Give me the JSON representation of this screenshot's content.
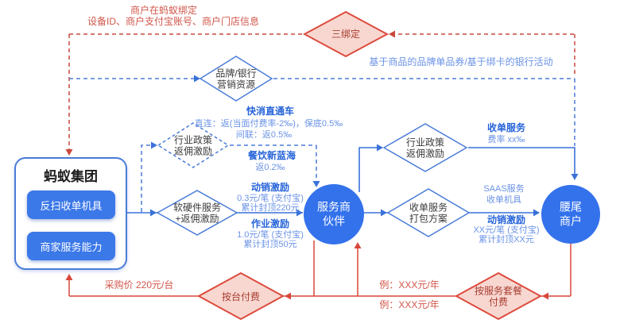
{
  "colors": {
    "blue_line": "#3a72d9",
    "blue_dashed": "#4a7cd8",
    "red_line": "#d9473a",
    "red_dashed": "#c8483c",
    "red_diamond_fill": "#f7d7d0",
    "red_diamond_border": "#dd4b3d",
    "node_blue": "#3472ec",
    "button_blue": "#3b78e8"
  },
  "ant_box": {
    "title": "蚂蚁集团",
    "buttons": {
      "scan_device": "反扫收单机具",
      "merchant_service": "商家服务能力"
    }
  },
  "circles": {
    "provider": {
      "line1": "服务商",
      "line2": "伙伴"
    },
    "merchant": {
      "line1": "腰尾",
      "line2": "商户"
    }
  },
  "diamonds": {
    "tri_binding": "三绑定",
    "brand_bank": {
      "line1": "品牌/银行",
      "line2": "营销资源"
    },
    "industry_left": {
      "line1": "行业政策",
      "line2": "返佣激励"
    },
    "soft_hardware": {
      "line1": "软硬件服务",
      "line2": "+返佣激励"
    },
    "industry_right": {
      "line1": "行业政策",
      "line2": "返佣激励"
    },
    "acquiring_package": {
      "line1": "收单服务",
      "line2": "打包方案"
    },
    "per_device": "按台付费",
    "per_package": {
      "line1": "按服务套餐",
      "line2": "付费"
    }
  },
  "labels": {
    "top_note_1": "商户在蚂蚁绑定",
    "top_note_2": "设备ID、商户支付宝账号、商户门店信息",
    "brand_note": "基于商品的品牌单品券/基于绑卡的银行活动",
    "fmcg_title": "快消直通车",
    "fmcg_line1": "直连：返(当面付费率-2‰)，保底0.5‰",
    "fmcg_line2": "间联：返0.5‰",
    "dining_title": "餐饮新蓝海",
    "dining_line": "返0.2‰",
    "sales_title": "动销激励",
    "sales_line1": "0.3元/笔 (支付宝)",
    "sales_line2": "累计封顶220元",
    "work_title": "作业激励",
    "work_line1": "1.0元/笔 (支付宝)",
    "work_line2": "累计封顶50元",
    "acquiring_title": "收单服务",
    "acquiring_line": "费率 xx‰",
    "saas_line1": "SAAS服务",
    "saas_line2": "收单机具",
    "sales2_title": "动销激励",
    "sales2_line1": "XX元/笔 (支付宝)",
    "sales2_line2": "累计封顶XX元",
    "purchase_price": "采购价 220元/台",
    "example_year_1": "例：XXX元/年",
    "example_year_2": "例：XXX元/年"
  }
}
